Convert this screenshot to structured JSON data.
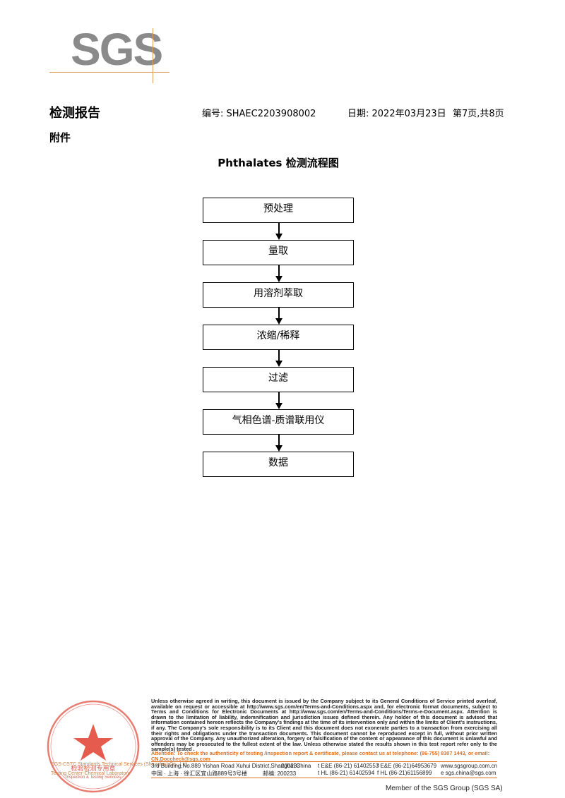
{
  "logo": "SGS",
  "header": {
    "title": "检测报告",
    "report_no": "编号: SHAEC2203908002",
    "date": "日期: 2022年03月23日",
    "page": "第7页,共8页"
  },
  "attachment_label": "附件",
  "flow_title": "Phthalates 检测流程图",
  "flow_steps": [
    "预处理",
    "量取",
    "用溶剂萃取",
    "浓缩/稀释",
    "过滤",
    "气相色谱-质谱联用仪",
    "数据"
  ],
  "footer": {
    "disclaimer": "Unless otherwise agreed in writing, this document is issued by the Company subject to its General Conditions of Service printed overleaf, available on request or accessible at http://www.sgs.com/en/Terms-and-Conditions.aspx and, for electronic format documents, subject to Terms and Conditions for Electronic Documents at http://www.sgs.com/en/Terms-and-Conditions/Terms-e-Document.aspx. Attention is drawn to the limitation of liability, indemnification and jurisdiction issues defined therein. Any holder of this document is advised that information contained hereon reflects the Company's findings at the time of its intervention only and within the limits of Client's instructions, if any. The Company's sole responsibility is to its Client and this document does not exonerate parties to a transaction from exercising all their rights and obligations under the transaction documents. This document cannot be reproduced except in full, without prior written approval of the Company. Any unauthorized alteration, forgery or falsification of the content or appearance of this document is unlawful and offenders may be prosecuted to the fullest extent of the law. Unless otherwise stated the results shown in this test report refer only to the sample(s) tested .",
    "attention": "Attention: To check the authenticity of testing /inspection report & certificate, please contact us at telephone: (86-755) 8307 1443, or email: CN.Doccheck@sgs.com",
    "addr_en": "3rd Building,No.889 Yishan Road Xuhui District,Shanghai China",
    "postcode_en": "200233",
    "tel_en": "t E&E (86-21) 61402553",
    "fax_en": "f E&E (86-21)64953679",
    "web": "www.sgsgroup.com.cn",
    "addr_cn": "中国 · 上海 · 徐汇区宜山路889号3号楼",
    "postcode_cn": "邮编: 200233",
    "tel_cn": "t HL (86-21) 61402594",
    "fax_cn": "f HL (86-21)61156899",
    "email": "e sgs.china@sgs.com",
    "side1": "SGS-CSTC Standards Technical Services (Shanghai) Co., Ltd.",
    "side2": "Testing Center-Chemical Laboratory",
    "member": "Member of the SGS Group (SGS SA)",
    "seal_center": "检验检测专用章",
    "seal_sub": "Inspection & Testing Services"
  }
}
